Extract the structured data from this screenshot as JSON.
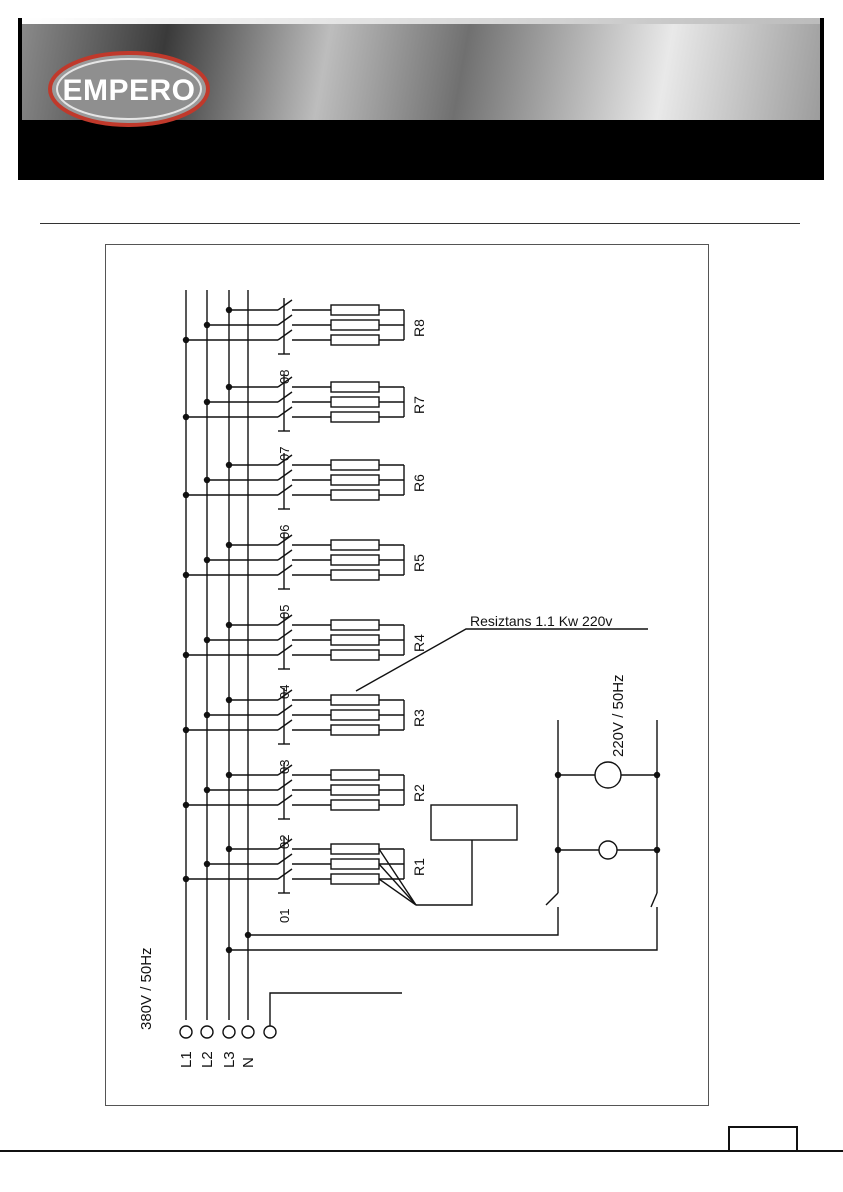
{
  "header": {
    "logo_text": "EMPERO"
  },
  "diagram": {
    "supply_label": "380V / 50Hz",
    "terminals": [
      "L1",
      "L2",
      "L3",
      "N"
    ],
    "resistor_note": "Resiztans  1.1 Kw  220v",
    "lamp_supply_label": "220V / 50Hz",
    "groups": [
      {
        "switch": "01",
        "resistor": "R1"
      },
      {
        "switch": "02",
        "resistor": "R2"
      },
      {
        "switch": "03",
        "resistor": "R3"
      },
      {
        "switch": "04",
        "resistor": "R4"
      },
      {
        "switch": "05",
        "resistor": "R5"
      },
      {
        "switch": "06",
        "resistor": "R6"
      },
      {
        "switch": "07",
        "resistor": "R7"
      },
      {
        "switch": "08",
        "resistor": "R8"
      }
    ]
  }
}
